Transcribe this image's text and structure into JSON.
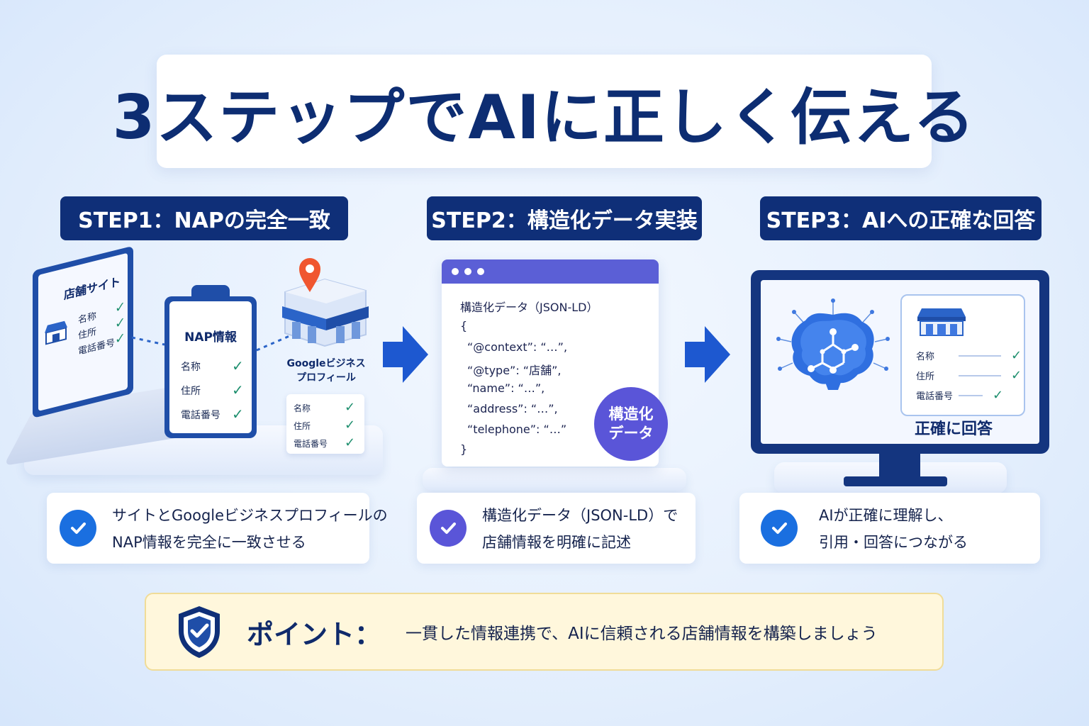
{
  "title": "3ステップでAIに正しく伝える",
  "steps": [
    {
      "header": "STEP1：NAPの完全一致",
      "caption": [
        "サイトとGoogleビジネスプロフィールの",
        "NAP情報を完全に一致させる"
      ],
      "laptop_title": "店舗サイト",
      "clipboard_title": "NAP情報",
      "gbp_label": [
        "Googleビジネス",
        "プロフィール"
      ],
      "fields": [
        "名称",
        "住所",
        "電話番号"
      ],
      "check_color": "#1a6fe0"
    },
    {
      "header": "STEP2：構造化データ実装",
      "caption": [
        "構造化データ（JSON-LD）で",
        "店舗情報を明確に記述"
      ],
      "code_title": "構造化データ（JSON-LD）",
      "code_lines": [
        "{",
        "“@context”: “…”,",
        "“@type”: “店舗”,",
        "“name”: “…”,",
        "“address”: “…”,",
        "“telephone”: “…”",
        "}"
      ],
      "badge": [
        "構造化",
        "データ"
      ],
      "check_color": "#5a55d8"
    },
    {
      "header": "STEP3：AIへの正確な回答",
      "caption": [
        "AIが正確に理解し、",
        "引用・回答につながる"
      ],
      "fields": [
        "名称",
        "住所",
        "電話番号"
      ],
      "answer_label": "正確に回答",
      "check_color": "#1a6fe0"
    }
  ],
  "point": {
    "label": "ポイント：",
    "text": "一貫した情報連携で、AIに信頼される店舗情報を構築しましょう"
  },
  "icons": [
    "check-circle-icon",
    "store-icon",
    "location-pin-icon",
    "arrow-right-icon",
    "ai-brain-icon",
    "shield-check-icon"
  ],
  "colors": {
    "navy": "#0f2f78",
    "accent_blue": "#1a6fe0",
    "purple": "#5a55d8",
    "point_bg": "#fff7dc"
  }
}
